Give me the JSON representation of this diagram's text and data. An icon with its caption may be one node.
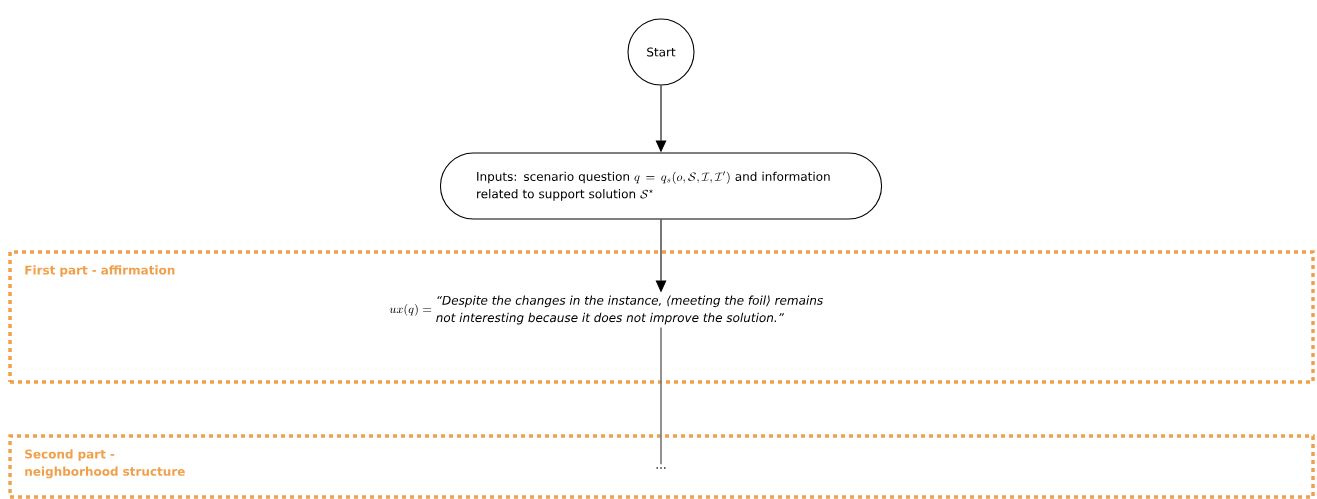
{
  "diagram": {
    "nodes": [
      {
        "text": [
          "Start"
        ]
      },
      {
        "text": [
          "Inputs: scenario question",
          "q = q_s(o, \\mathcal{S}, \\mathcal{I}, \\mathcal{I}')",
          "and information related to support solution",
          "\\mathcal{S}^\\star"
        ]
      },
      {
        "text": [
          "First part - affirmation"
        ]
      },
      {
        "text": [
          "ux(q) =",
          "“Despite the changes in the instance, ⟨meeting the foil⟩ remains not interesting because it does not improve the solution.”"
        ],
        "in": 2
      },
      {
        "text": [
          "Second part - neighborhood structure"
        ]
      },
      {
        "text": [
          "..."
        ],
        "in": 4
      }
    ],
    "edges": [
      {
        "from": 0,
        "to": 1,
        "arrow": "to"
      },
      {
        "from": 1,
        "to": 3,
        "arrow": "to"
      },
      {
        "from": 3,
        "to": 5,
        "arrow": "none",
        "color": "#777777"
      }
    ]
  }
}
